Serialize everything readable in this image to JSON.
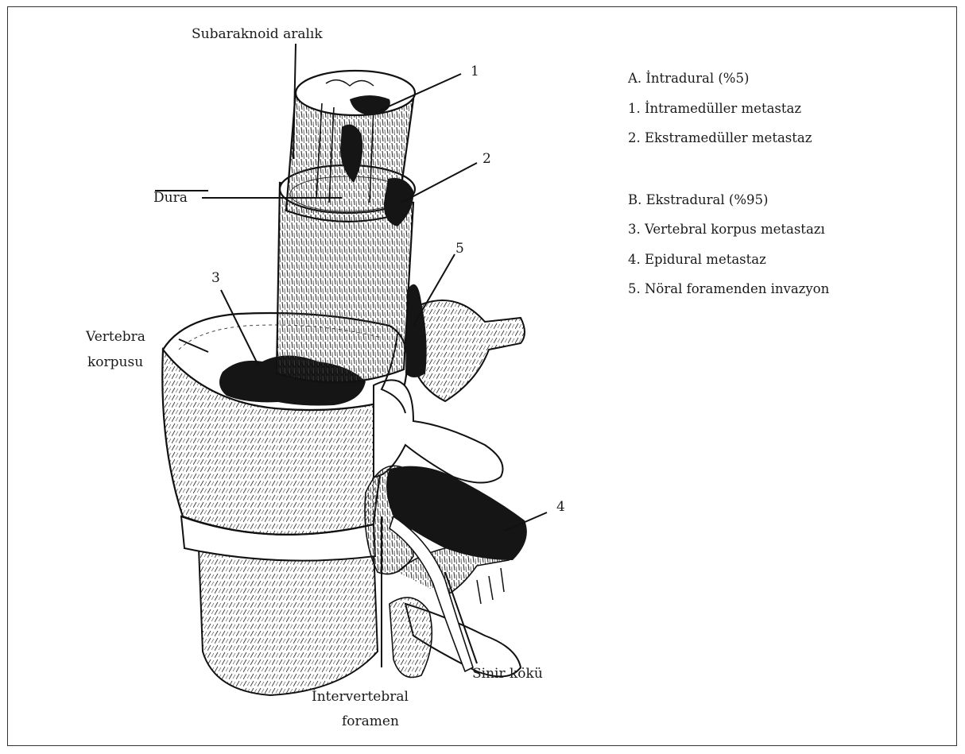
{
  "labels": {
    "subaraknoid": "Subaraknoid aralık",
    "dura": "Dura",
    "vertebra_line1": "Vertebra",
    "vertebra_line2": "korpusu",
    "n1": "1",
    "n2": "2",
    "n3": "3",
    "n4": "4",
    "n5": "5",
    "sinir": "Sinir kökü",
    "foramen_line1": "İntervertebral",
    "foramen_line2": "foramen"
  },
  "legend": {
    "group_a": {
      "title": "A. İntradural (%5)",
      "items": [
        "1. İntramedüller metastaz",
        "2. Ekstramedüller metastaz"
      ]
    },
    "group_b": {
      "title": "B. Ekstradural (%95)",
      "items": [
        "3. Vertebral korpus metastazı",
        "4. Epidural metastaz",
        "5. Nöral foramenden invazyon"
      ]
    }
  },
  "colors": {
    "ink": "#1a1a1a",
    "lesion": "#151515",
    "paper": "#ffffff"
  }
}
